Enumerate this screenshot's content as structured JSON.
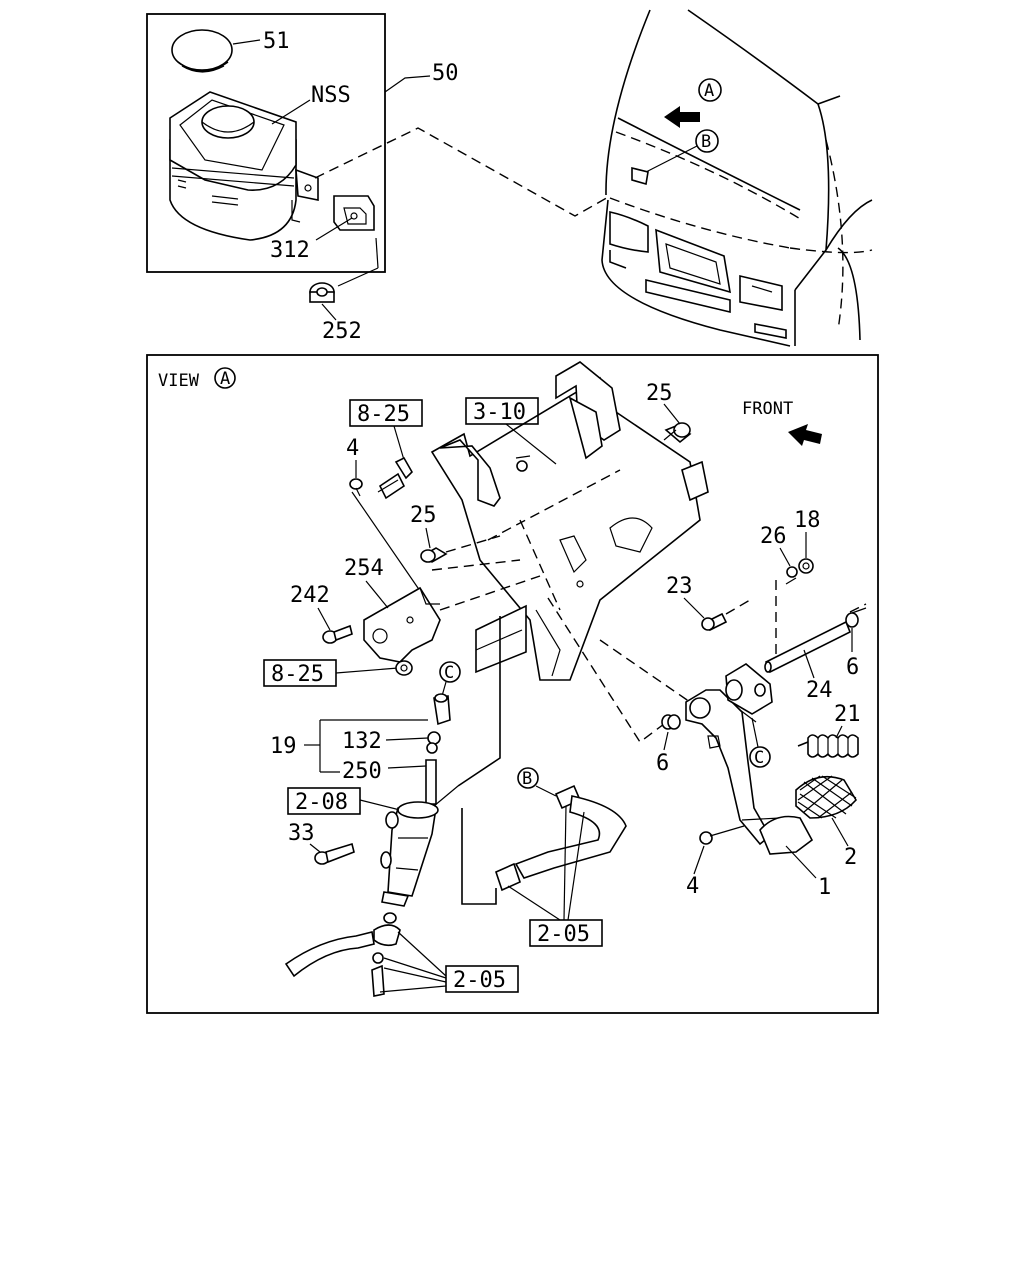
{
  "top_inset": {
    "labels": {
      "cap": "51",
      "assembly": "50",
      "reservoir": "NSS",
      "bracket": "312",
      "nut": "252"
    },
    "vehicle_callouts": {
      "view_a": "A",
      "point_b": "B"
    }
  },
  "view_a": {
    "title": "VIEW",
    "title_circle": "A",
    "front_label": "FRONT",
    "refs": {
      "ref_3_10": "3-10",
      "ref_8_25_top": "8-25",
      "ref_8_25_low": "8-25",
      "ref_2_08": "2-08",
      "ref_2_05_right": "2-05",
      "ref_2_05_low": "2-05"
    },
    "labels": {
      "bolt_25_top": "25",
      "bolt_25_mid": "25",
      "bolt_4_top": "4",
      "plate_254": "254",
      "bolt_242": "242",
      "nut_18": "18",
      "washer_26": "26",
      "bolt_23": "23",
      "pin_6_right": "6",
      "shaft_24": "24",
      "spring_21": "21",
      "pedal_pad_2": "2",
      "pedal_arm_1": "1",
      "bolt_4_low": "4",
      "washer_6_mid": "6",
      "group_19": "19",
      "part_132": "132",
      "part_250": "250",
      "bolt_33": "33"
    },
    "circles": {
      "c_left": "C",
      "c_right": "C",
      "b_hose": "B"
    }
  }
}
